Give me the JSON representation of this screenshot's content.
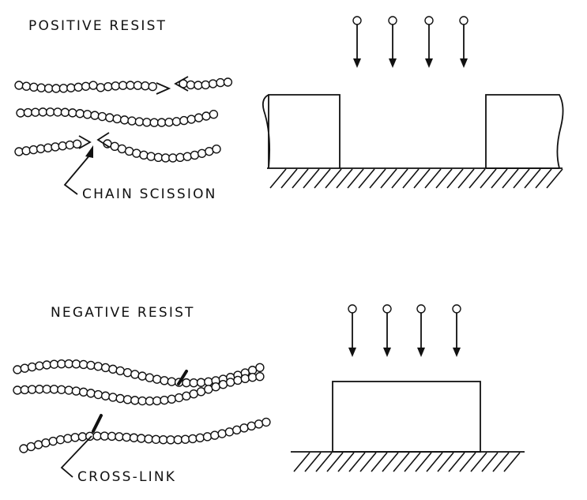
{
  "positive": {
    "title": "POSITIVE RESIST",
    "annotation": "CHAIN SCISSION"
  },
  "negative": {
    "title": "NEGATIVE RESIST",
    "annotation": "CROSS-LINK"
  }
}
